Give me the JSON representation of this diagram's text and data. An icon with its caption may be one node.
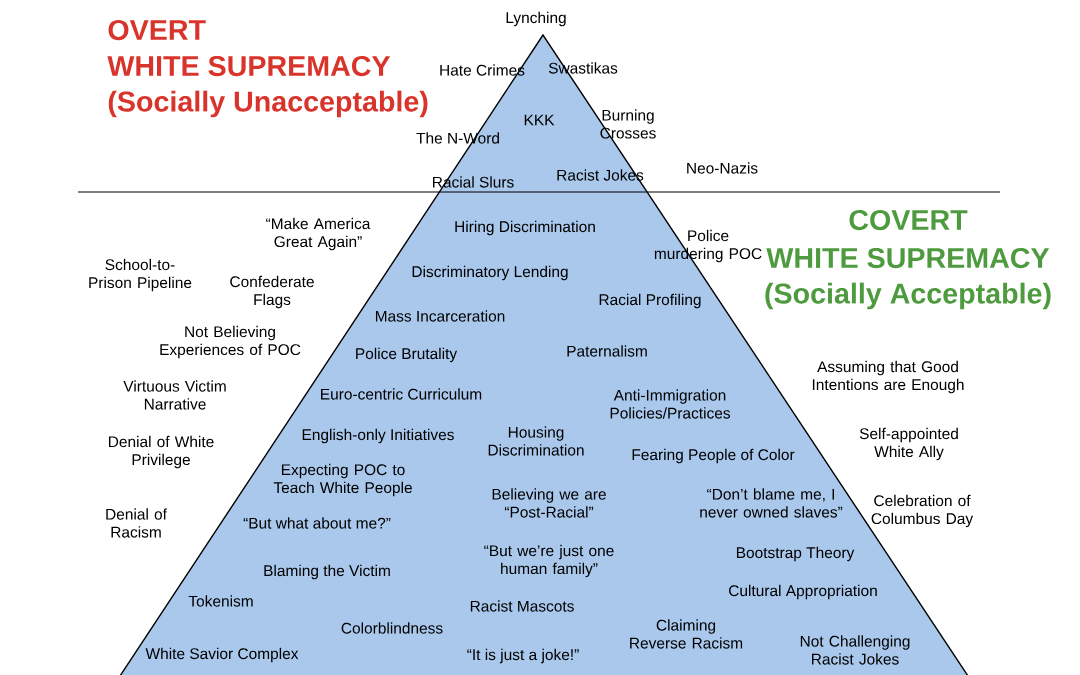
{
  "diagram": {
    "labels": [
      "OVERT",
      "WHITE SUPREMACY",
      "(Socially Unacceptable)",
      "Lynching",
      "Hate Crimes",
      "Swastikas",
      "KKK",
      "Burning Crosses",
      "The N-Word",
      "Racial Slurs",
      "Racist Jokes",
      "Neo-Nazis",
      "“Make America Great Again”",
      "Hiring Discrimination",
      "Police murdering POC",
      "COVERT",
      "WHITE SUPREMACY",
      "(Socially Acceptable)",
      "School-to-Prison Pipeline",
      "Confederate Flags",
      "Discriminatory Lending",
      "Racial Profiling",
      "Mass Incarceration",
      "Not Believing Experiences of POC",
      "Police Brutality",
      "Paternalism",
      "Assuming that Good Intentions are Enough",
      "Virtuous Victim Narrative",
      "Euro-centric Curriculum",
      "Anti-Immigration Policies/Practices",
      "Denial of White Privilege",
      "English-only Initiatives",
      "Housing Discrimination",
      "Self-appointed White Ally",
      "Fearing People of Color",
      "Expecting POC to Teach White People",
      "Denial of Racism",
      "“But what about me?”",
      "Believing we are “Post-Racial”",
      "“Don’t blame me, I never owned slaves”",
      "Celebration of Columbus Day",
      "“But we’re just one human family”",
      "Bootstrap Theory",
      "Blaming the Victim",
      "Cultural Appropriation",
      "Tokenism",
      "Racist Mascots",
      "Claiming Reverse Racism",
      "Colorblindness",
      "Not Challenging Racist Jokes",
      "White Savior Complex",
      "“It is just a joke!”"
    ]
  }
}
